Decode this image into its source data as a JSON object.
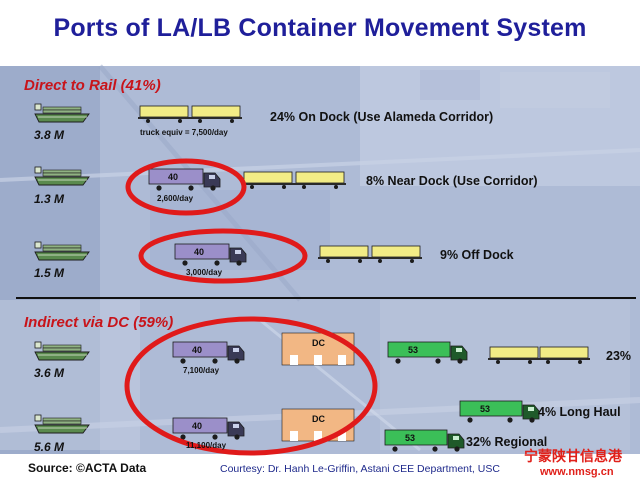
{
  "title": "Ports of LA/LB Container Movement System",
  "sections": {
    "direct": "Direct  to Rail (41%)",
    "indirect": "Indirect  via DC (59%)"
  },
  "rows": [
    {
      "volume": "3.8 M",
      "note": "truck equiv = 7,500/day",
      "desc": "24% On Dock (Use Alameda Corridor)"
    },
    {
      "volume": "1.3 M",
      "truck_label": "40",
      "note": "2,600/day",
      "desc": "8% Near Dock (Use Corridor)"
    },
    {
      "volume": "1.5 M",
      "truck_label": "40",
      "note": "3,000/day",
      "desc": "9% Off Dock"
    },
    {
      "volume": "3.6 M",
      "truck_label": "40",
      "note": "7,100/day",
      "dc_label": "DC",
      "truck2_label": "53",
      "desc": "23%"
    },
    {
      "volume": "5.6 M",
      "truck_label": "40",
      "note": "11,100/day",
      "dc_label": "DC",
      "branches": [
        {
          "label": "53",
          "desc": "4% Long Haul"
        },
        {
          "label": "53",
          "desc": "32% Regional"
        }
      ]
    }
  ],
  "footer": {
    "source": "Source: ©ACTA Data",
    "credit": "Courtesy: Dr. Hanh Le-Griffin, Astani CEE Department, USC"
  },
  "watermark": {
    "line1": "宁蒙陕甘信息港",
    "line2": "www.nmsg.cn"
  },
  "colors": {
    "title": "#1f1f9a",
    "section": "#c8141a",
    "highlight_ring": "#e01a1a",
    "ship": "#5a8a4e",
    "railcar": "#f2ec86",
    "dc_box": "#f2b784",
    "truck_purple": "#9b8fc9",
    "truck_green": "#3bbf58",
    "background": "#aebbd6"
  }
}
